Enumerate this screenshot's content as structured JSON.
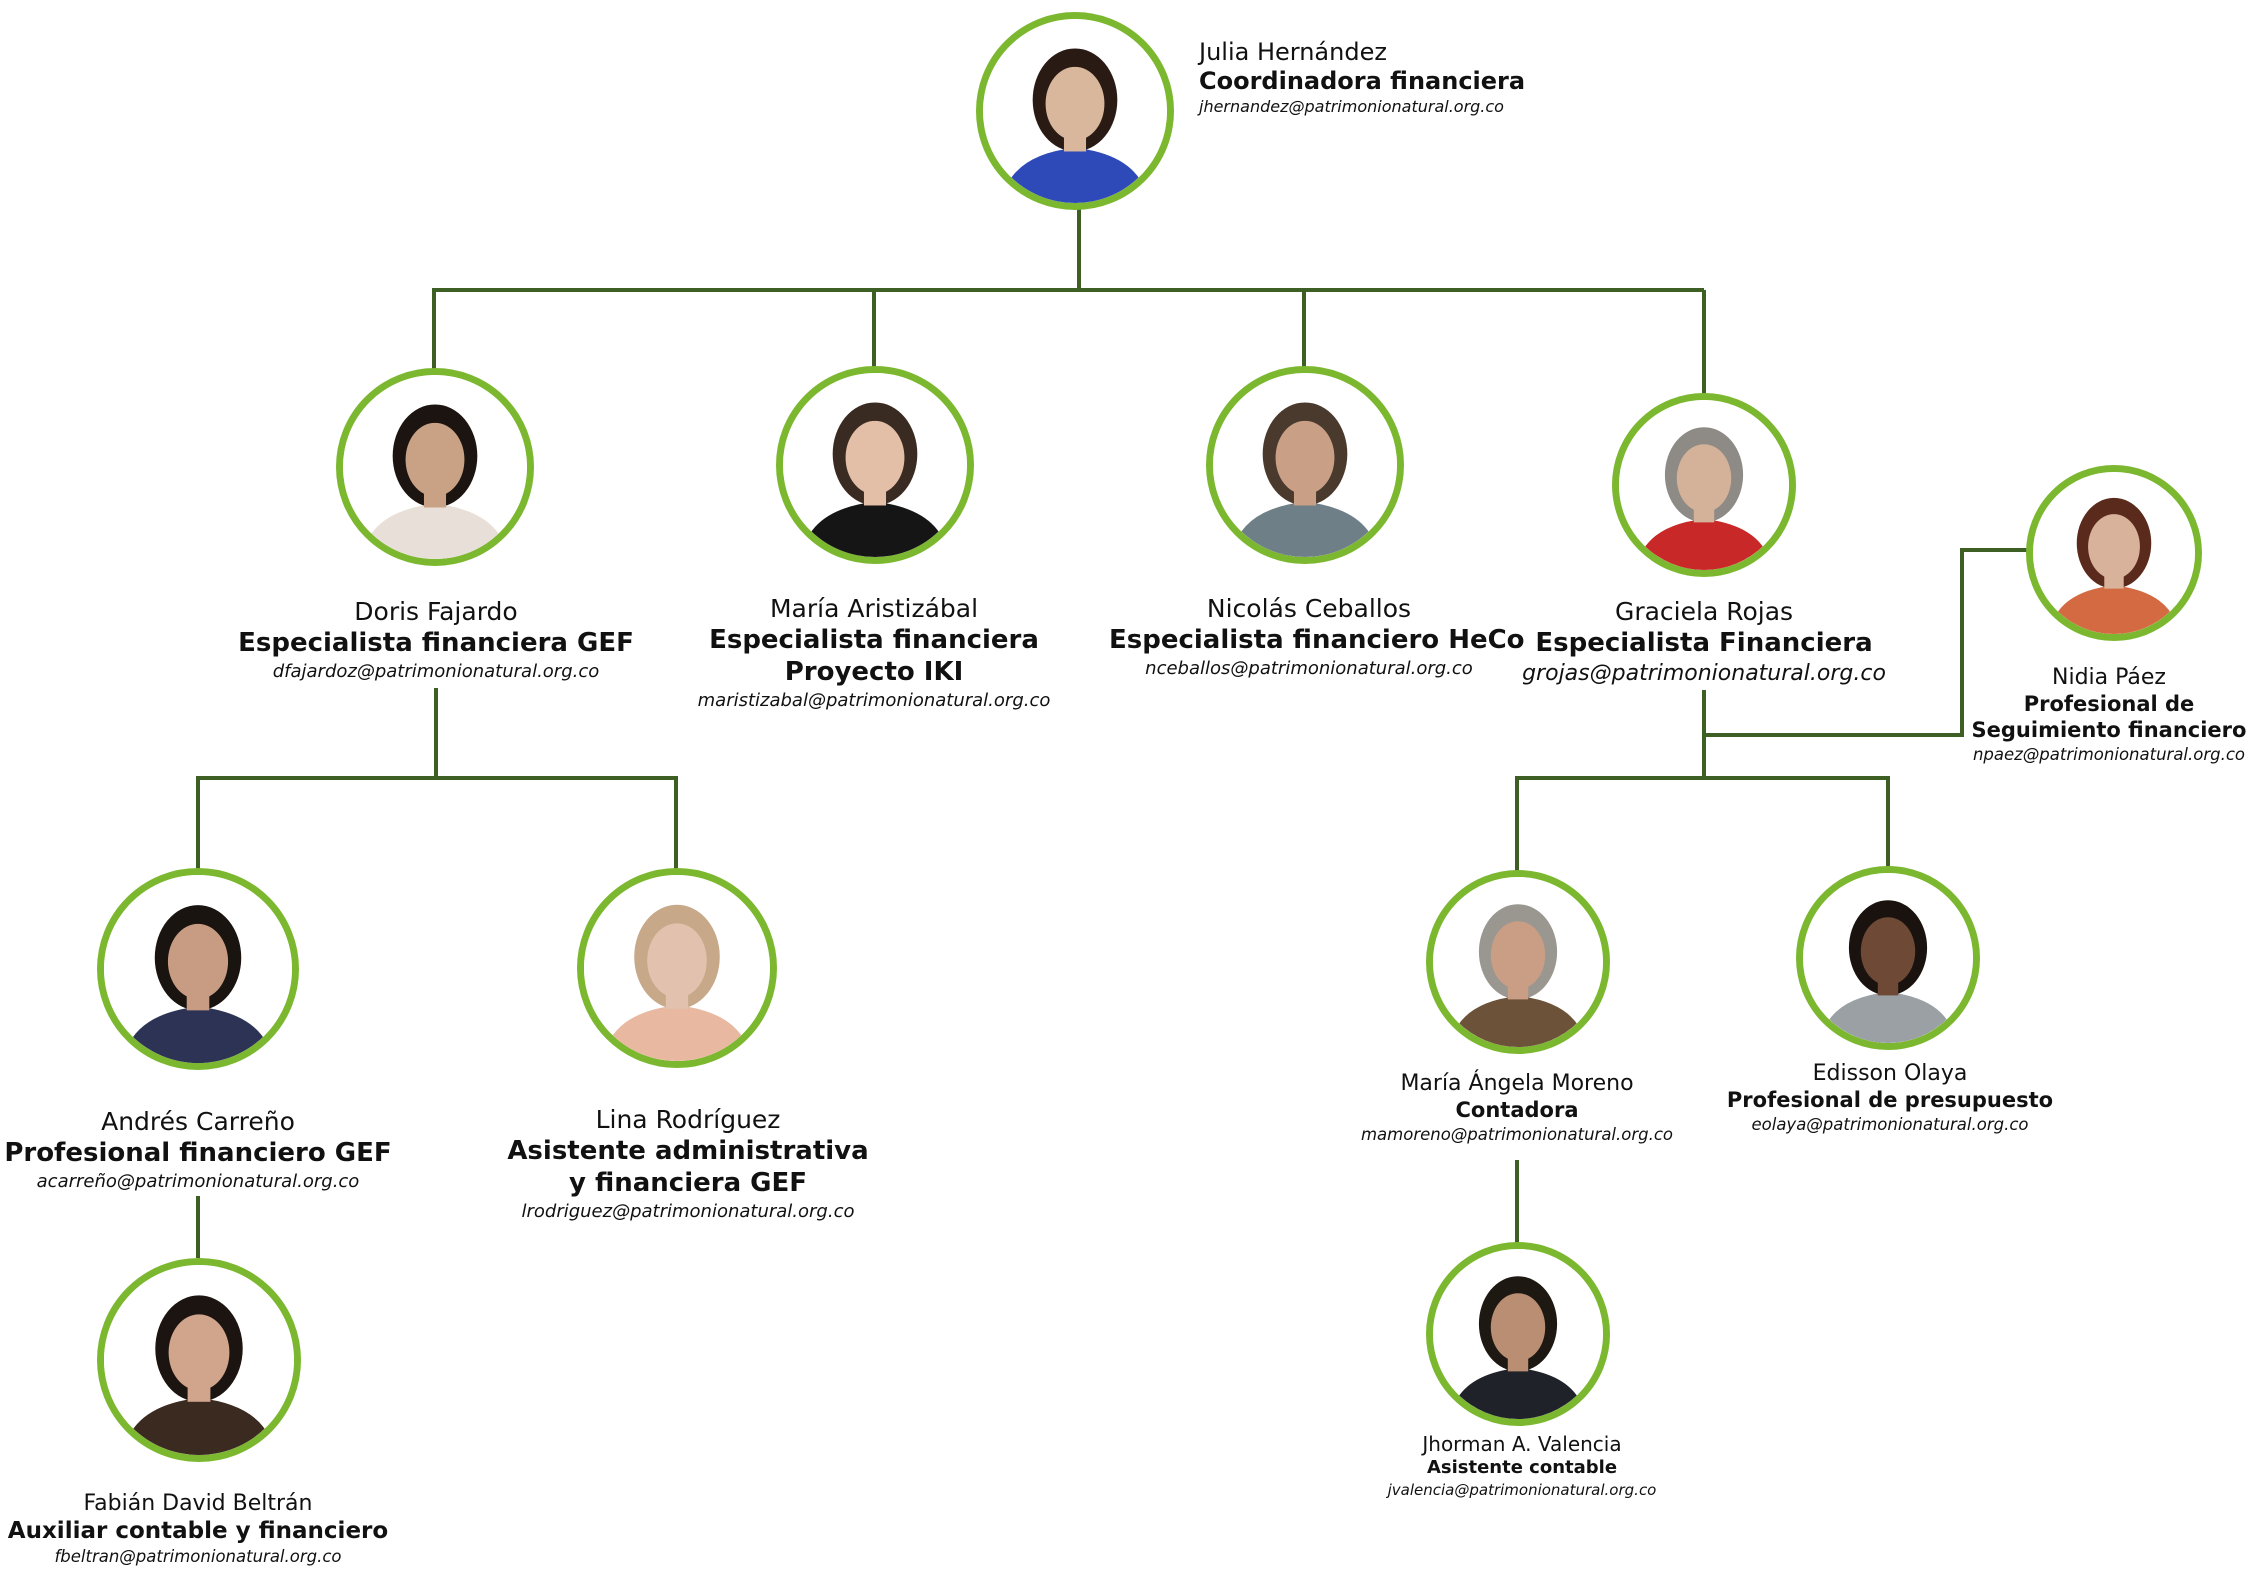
{
  "colors": {
    "ring": "#7cb82f",
    "connector": "#3e5f23",
    "background": "#ffffff"
  },
  "people": {
    "julia": {
      "name": "Julia Hernández",
      "role_lines": [
        "Coordinadora financiera"
      ],
      "email": "jhernandez@patrimonionatural.org.co",
      "photo": "portrait-julia-hernandez"
    },
    "doris": {
      "name": "Doris Fajardo",
      "role_lines": [
        "Especialista financiera GEF"
      ],
      "email": "dfajardoz@patrimonionatural.org.co",
      "photo": "portrait-doris-fajardo"
    },
    "maria_a": {
      "name": "María Aristizábal",
      "role_lines": [
        "Especialista financiera",
        "Proyecto IKI"
      ],
      "email": "maristizabal@patrimonionatural.org.co",
      "photo": "portrait-maria-aristizabal"
    },
    "nicolas": {
      "name": "Nicolás Ceballos",
      "role_lines": [
        "Especialista financiero HeCo"
      ],
      "email": "nceballos@patrimonionatural.org.co",
      "photo": "portrait-nicolas-ceballos"
    },
    "graciela": {
      "name": "Graciela Rojas",
      "role_lines": [
        "Especialista Financiera"
      ],
      "email": "grojas@patrimonionatural.org.co",
      "photo": "portrait-graciela-rojas"
    },
    "nidia": {
      "name": "Nidia Páez",
      "role_lines": [
        "Profesional de",
        "Seguimiento financiero"
      ],
      "email": "npaez@patrimonionatural.org.co",
      "photo": "portrait-nidia-paez"
    },
    "andres": {
      "name": "Andrés Carreño",
      "role_lines": [
        "Profesional financiero GEF"
      ],
      "email": "acarreño@patrimonionatural.org.co",
      "photo": "portrait-andres-carreno"
    },
    "lina": {
      "name": "Lina Rodríguez",
      "role_lines": [
        "Asistente administrativa",
        "y financiera GEF"
      ],
      "email": "lrodriguez@patrimonionatural.org.co",
      "photo": "portrait-lina-rodriguez"
    },
    "maria_m": {
      "name": "María Ángela Moreno",
      "role_lines": [
        "Contadora"
      ],
      "email": "mamoreno@patrimonionatural.org.co",
      "photo": "portrait-maria-angela-moreno"
    },
    "edisson": {
      "name": "Edisson Olaya",
      "role_lines": [
        "Profesional de presupuesto"
      ],
      "email": "eolaya@patrimonionatural.org.co",
      "photo": "portrait-edisson-olaya"
    },
    "fabian": {
      "name": "Fabián David Beltrán",
      "role_lines": [
        "Auxiliar contable y financiero"
      ],
      "email": "fbeltran@patrimonionatural.org.co",
      "photo": "portrait-fabian-david-beltran"
    },
    "jhorman": {
      "name": "Jhorman A. Valencia",
      "role_lines": [
        "Asistente contable"
      ],
      "email": "jvalencia@patrimonionatural.org.co",
      "photo": "portrait-jhorman-valencia"
    }
  }
}
